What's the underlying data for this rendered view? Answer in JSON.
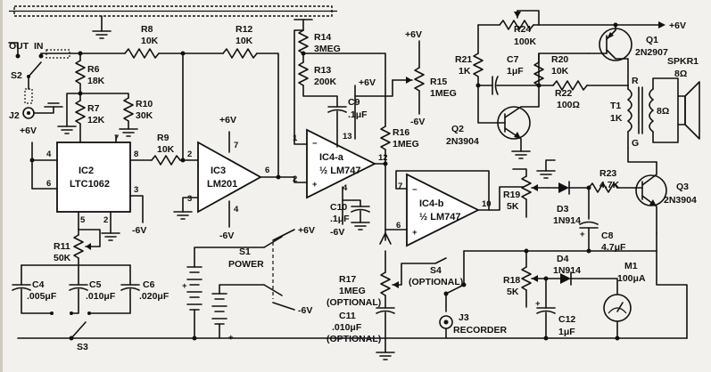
{
  "terminals": {
    "out": "OUT",
    "in": "IN",
    "s2": "S2",
    "j2": "J2",
    "plus6": "+6V",
    "minus6": "-6V"
  },
  "ics": {
    "ic2": {
      "name": "IC2",
      "part": "LTC1062",
      "pins": [
        "4",
        "7",
        "8",
        "6",
        "5",
        "2",
        "3"
      ]
    },
    "ic3": {
      "name": "IC3",
      "part": "LM201",
      "pins": [
        "2",
        "3",
        "7",
        "4",
        "6"
      ]
    },
    "ic4a": {
      "name": "IC4-a",
      "part": "½ LM747",
      "pins": [
        "1",
        "13",
        "12",
        "2",
        "4"
      ]
    },
    "ic4b": {
      "name": "IC4-b",
      "part": "½ LM747",
      "pins": [
        "7",
        "6",
        "10"
      ]
    }
  },
  "resistors": {
    "r6": {
      "name": "R6",
      "value": "18K"
    },
    "r7": {
      "name": "R7",
      "value": "12K"
    },
    "r8": {
      "name": "R8",
      "value": "10K"
    },
    "r9": {
      "name": "R9",
      "value": "10K"
    },
    "r10": {
      "name": "R10",
      "value": "30K"
    },
    "r11": {
      "name": "R11",
      "value": "50K"
    },
    "r12": {
      "name": "R12",
      "value": "10K"
    },
    "r13": {
      "name": "R13",
      "value": "200K"
    },
    "r14": {
      "name": "R14",
      "value": "3MEG"
    },
    "r15": {
      "name": "R15",
      "value": "1MEG"
    },
    "r16": {
      "name": "R16",
      "value": "1MEG"
    },
    "r17": {
      "name": "R17",
      "value": "1MEG",
      "note": "(OPTIONAL)"
    },
    "r18": {
      "name": "R18",
      "value": "5K"
    },
    "r19": {
      "name": "R19",
      "value": "5K"
    },
    "r20": {
      "name": "R20",
      "value": "10K"
    },
    "r21": {
      "name": "R21",
      "value": "1K"
    },
    "r22": {
      "name": "R22",
      "value": "100Ω"
    },
    "r23": {
      "name": "R23",
      "value": "4.7K"
    },
    "r24": {
      "name": "R24",
      "value": "100K"
    }
  },
  "capacitors": {
    "c4": {
      "name": "C4",
      "value": ".005μF"
    },
    "c5": {
      "name": "C5",
      "value": ".010μF"
    },
    "c6": {
      "name": "C6",
      "value": ".020μF"
    },
    "c7": {
      "name": "C7",
      "value": "1μF"
    },
    "c8": {
      "name": "C8",
      "value": "4.7μF"
    },
    "c9": {
      "name": "C9",
      "value": ".1μF"
    },
    "c10": {
      "name": "C10",
      "value": ".1μF"
    },
    "c11": {
      "name": "C11",
      "value": ".010μF",
      "note": "(OPTIONAL)"
    },
    "c12": {
      "name": "C12",
      "value": "1μF"
    }
  },
  "semis": {
    "q1": {
      "name": "Q1",
      "part": "2N2907"
    },
    "q2": {
      "name": "Q2",
      "part": "2N3904"
    },
    "q3": {
      "name": "Q3",
      "part": "2N3904"
    },
    "d3": {
      "name": "D3",
      "part": "1N914"
    },
    "d4": {
      "name": "D4",
      "part": "1N914"
    }
  },
  "misc": {
    "t1": {
      "name": "T1",
      "value": "1K",
      "r": "R",
      "g": "G",
      "sec": "8Ω"
    },
    "spkr": {
      "name": "SPKR1",
      "value": "8Ω"
    },
    "m1": {
      "name": "M1",
      "value": "100μA"
    },
    "s1": {
      "name": "S1",
      "label": "POWER"
    },
    "s3": {
      "name": "S3"
    },
    "s4": {
      "name": "S4",
      "note": "(OPTIONAL)"
    },
    "j3": {
      "name": "J3",
      "label": "RECORDER"
    }
  }
}
